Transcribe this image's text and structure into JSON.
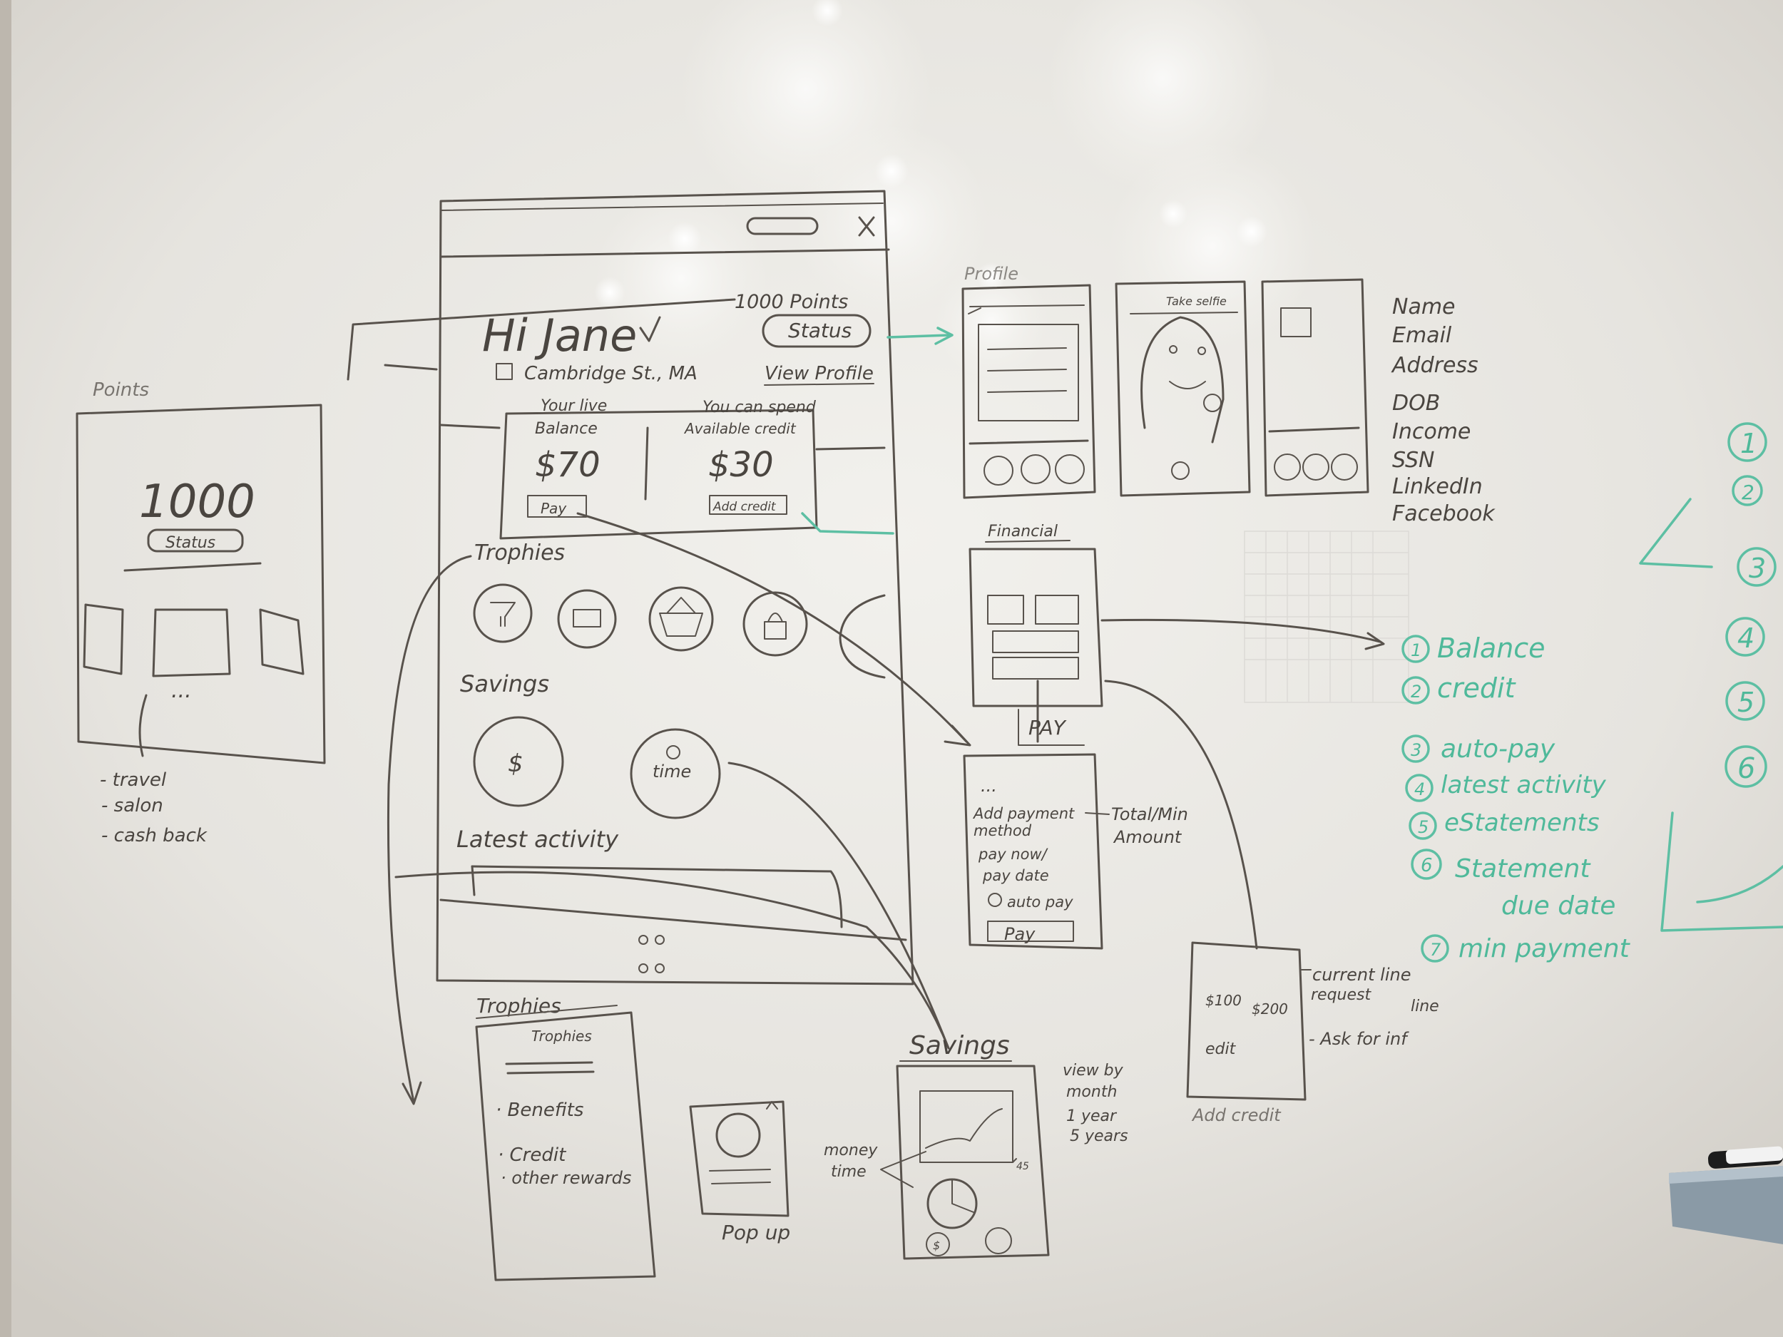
{
  "phone": {
    "greeting": "Hi Jane",
    "points": "1000 Points",
    "status_button": "Status",
    "address": "Cambridge St., MA",
    "view_profile": "View Profile",
    "balance_label_1": "Your live",
    "balance_label_2": "Balance",
    "balance_value": "$70",
    "credit_label_1": "You can spend",
    "credit_label_2": "Available credit",
    "credit_value": "$30",
    "pay_button": "Pay",
    "add_credit_button": "Add credit",
    "trophies_title": "Trophies",
    "savings_title": "Savings",
    "savings_dollar": "$",
    "savings_time": "time",
    "latest_activity_title": "Latest activity"
  },
  "points_panel": {
    "title": "Points",
    "value": "1000",
    "status_button": "Status",
    "ellipsis": "...",
    "items": [
      "- travel",
      "- salon",
      "- cash back"
    ]
  },
  "profile": {
    "screen1_title": "Profile",
    "screen2_title": "Take selfie",
    "fields": [
      "Name",
      "Email",
      "Address",
      "DOB",
      "Income",
      "SSN",
      "LinkedIn",
      "Facebook"
    ]
  },
  "financial": {
    "title": "Financial",
    "pay_label": "PAY",
    "pay_lines": [
      "Add payment",
      "method",
      "pay now/",
      "pay date",
      "auto pay"
    ],
    "pay_button": "Pay",
    "ellipsis": "...",
    "annotation_1": "Total/Min",
    "annotation_2": "Amount"
  },
  "feature_list": {
    "items": [
      "Balance",
      "credit",
      "auto-pay",
      "latest activity",
      "eStatements",
      "Statement"
    ],
    "item_6_cont": "due date",
    "item_7": "min payment"
  },
  "side_numbers": [
    "1",
    "2",
    "3",
    "4",
    "5",
    "6"
  ],
  "add_credit": {
    "title": "Add credit",
    "amount_1": "$100",
    "amount_2": "$200",
    "edit": "edit",
    "note_1a": "current line",
    "note_1b": "request",
    "note_1c": "line",
    "note_2": "- Ask for inf"
  },
  "trophies_page": {
    "header": "Trophies",
    "inner_title": "Trophies",
    "items": [
      "· Benefits",
      "· Credit",
      "· other rewards"
    ]
  },
  "popup": {
    "label": "Pop up"
  },
  "savings_page": {
    "title": "Savings",
    "view_by_1": "view by",
    "view_by_2": "month",
    "view_by_3": "1 year",
    "view_by_4": "5 years",
    "money_1": "money",
    "money_2": "time",
    "tick_label": "45",
    "dollar": "$"
  },
  "colors": {
    "board": "#e9e7e2",
    "marker_black": "#4a4540",
    "marker_green": "#4fb99a"
  }
}
